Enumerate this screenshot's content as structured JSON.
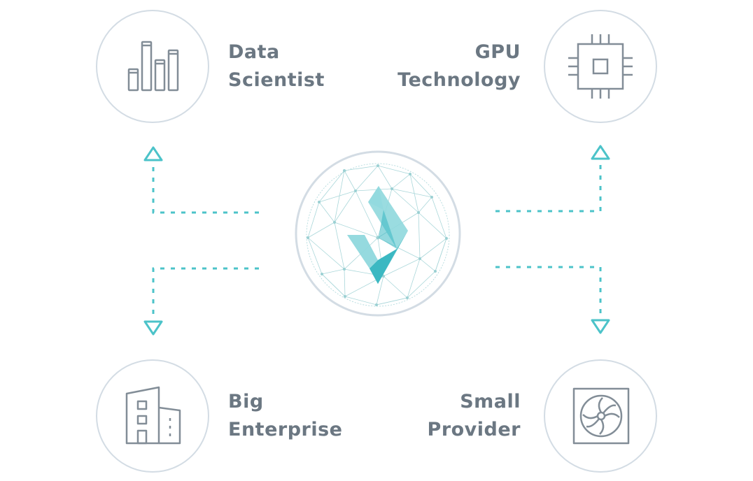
{
  "colors": {
    "circle_stroke": "#d3dce4",
    "icon_stroke": "#828d97",
    "label_text": "#6b7782",
    "connector": "#4cc3c9",
    "logo_primary": "#3bb8c2",
    "logo_light": "#8fd8dd",
    "mesh_line": "#9bd0d3"
  },
  "nodes": {
    "data_scientist": {
      "line1": "Data",
      "line2": "Scientist",
      "icon": "bar-chart-icon"
    },
    "gpu_technology": {
      "line1": "GPU",
      "line2": "Technology",
      "icon": "chip-icon"
    },
    "big_enterprise": {
      "line1": "Big",
      "line2": "Enterprise",
      "icon": "building-icon"
    },
    "small_provider": {
      "line1": "Small",
      "line2": "Provider",
      "icon": "fan-icon"
    }
  },
  "center": {
    "icon": "logo-check-in-mesh-sphere"
  },
  "connectors": {
    "top_left": "arrow-up",
    "top_right": "arrow-up",
    "bottom_left": "arrow-down",
    "bottom_right": "arrow-down"
  }
}
